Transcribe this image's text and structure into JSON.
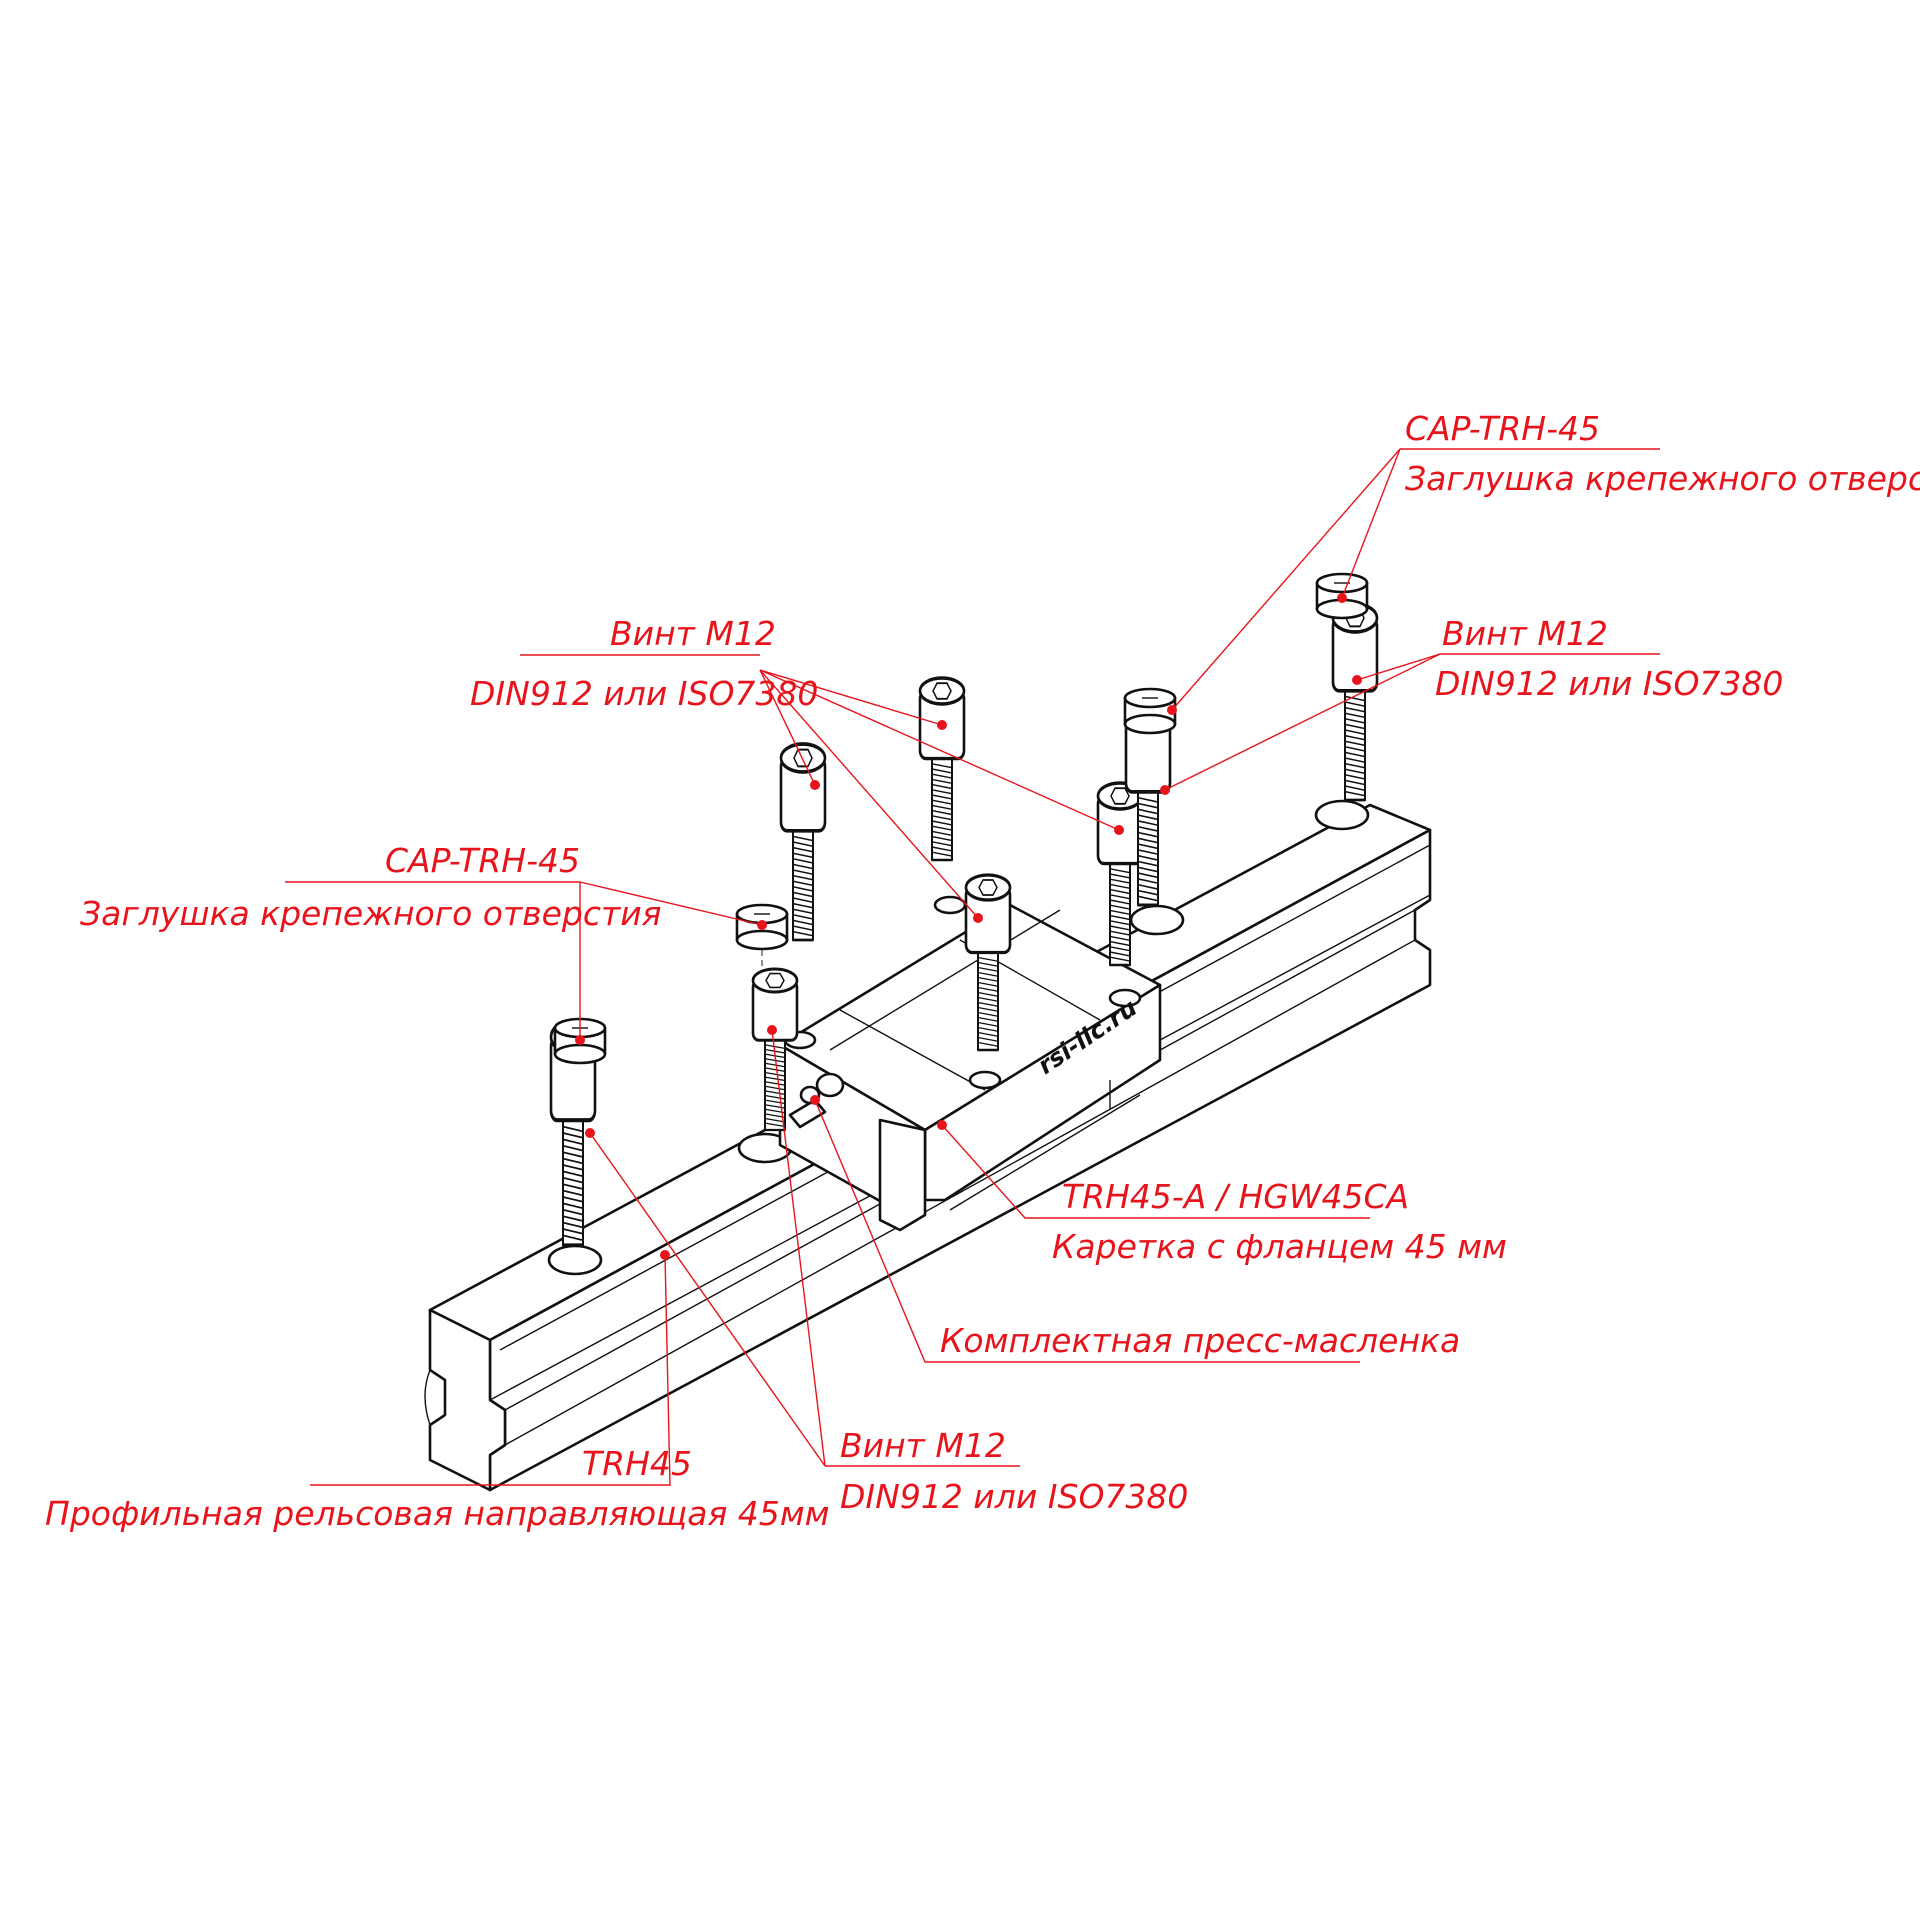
{
  "accent_color": "#e8141c",
  "line_color": "#111111",
  "icons": {
    "bolt": "socket-head-cap-screw-icon",
    "cap": "hole-cap-icon",
    "grease": "grease-nipple-icon"
  },
  "brand_marking": "rsi-llc.ru",
  "labels": {
    "cap_right": {
      "code": "CAP-TRH-45",
      "desc": "Заглушка крепежного отверстия"
    },
    "bolt_right": {
      "code": "Винт M12",
      "desc": "DIN912 или ISO7380"
    },
    "bolt_top": {
      "code": "Винт M12",
      "desc": "DIN912 или ISO7380"
    },
    "cap_left": {
      "code": "CAP-TRH-45",
      "desc": "Заглушка крепежного отверстия"
    },
    "carriage": {
      "code": "TRH45-A / HGW45CA",
      "desc": "Каретка с фланцем 45 мм"
    },
    "grease": {
      "desc": "Комплектная пресс-масленка"
    },
    "rail": {
      "code": "TRH45",
      "desc": "Профильная рельсовая направляющая 45мм"
    },
    "bolt_bottom": {
      "code": "Винт M12",
      "desc": "DIN912 или ISO7380"
    }
  }
}
